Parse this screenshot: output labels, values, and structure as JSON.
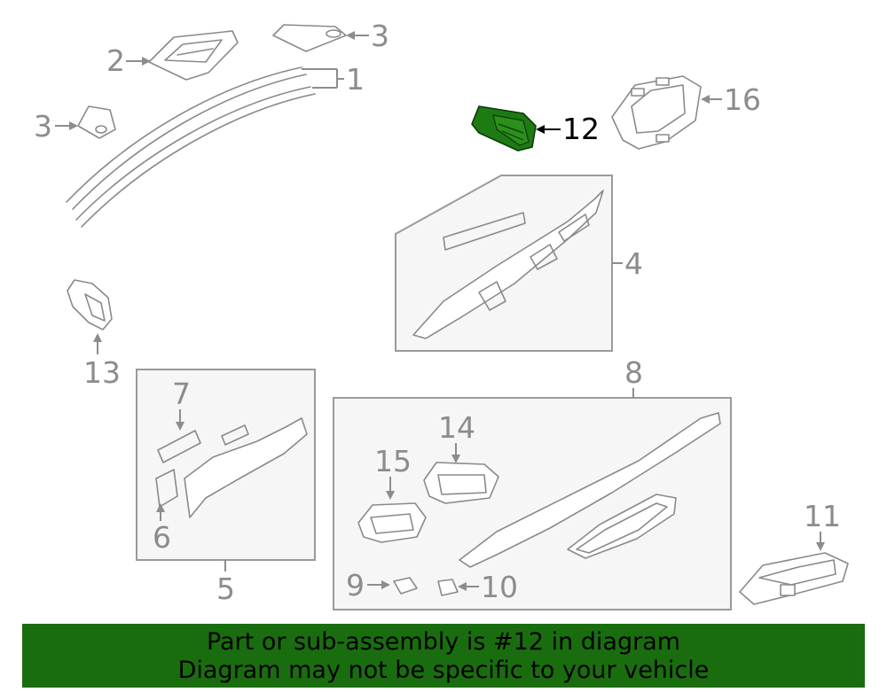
{
  "callouts": {
    "c1": "1",
    "c2": "2",
    "c3a": "3",
    "c3b": "3",
    "c4": "4",
    "c5": "5",
    "c6": "6",
    "c7": "7",
    "c8": "8",
    "c9": "9",
    "c10": "10",
    "c11": "11",
    "c12": "12",
    "c13": "13",
    "c14": "14",
    "c15": "15",
    "c16": "16"
  },
  "highlight": {
    "part_number": "12",
    "color": "#1a6d0f"
  },
  "banner": {
    "line1": "Part or sub-assembly is #12 in diagram",
    "line2": "Diagram may not be specific to your vehicle"
  }
}
